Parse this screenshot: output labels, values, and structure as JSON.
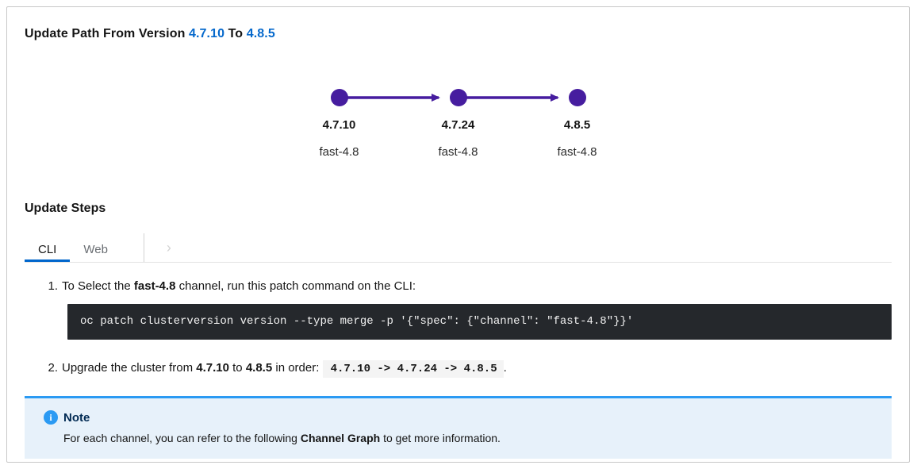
{
  "colors": {
    "purple": "#461d9f",
    "accent_blue": "#0066cc",
    "info_blue": "#2b9af3",
    "note_bg": "#e7f1fa",
    "code_bg": "#25282c"
  },
  "header": {
    "title_prefix": "Update Path From Version ",
    "from_version": "4.7.10",
    "to_label": " To ",
    "to_version": "4.8.5"
  },
  "graph": {
    "nodes": [
      {
        "version": "4.7.10",
        "channel": "fast-4.8"
      },
      {
        "version": "4.7.24",
        "channel": "fast-4.8"
      },
      {
        "version": "4.8.5",
        "channel": "fast-4.8"
      }
    ]
  },
  "steps_section": {
    "heading": "Update Steps",
    "tabs": [
      {
        "label": "CLI"
      },
      {
        "label": "Web"
      }
    ],
    "scroll_right_icon": "›"
  },
  "steps": [
    {
      "number": "1.",
      "text_before_channel": "To Select the ",
      "channel": "fast-4.8",
      "text_after_channel": " channel, run this patch command on the CLI:",
      "command": "oc patch clusterversion version --type merge -p '{\"spec\": {\"channel\": \"fast-4.8\"}}'"
    },
    {
      "number": "2.",
      "part1": "Upgrade the cluster from ",
      "from_version": "4.7.10",
      "part2": " to ",
      "to_version": "4.8.5",
      "part3": " in order: ",
      "order_code": "4.7.10 -> 4.7.24 -> 4.8.5",
      "part4": "."
    }
  ],
  "note": {
    "icon_char": "i",
    "title": "Note",
    "body_before": "For each channel, you can refer to the following ",
    "bold": "Channel Graph",
    "body_after": " to get more information."
  }
}
